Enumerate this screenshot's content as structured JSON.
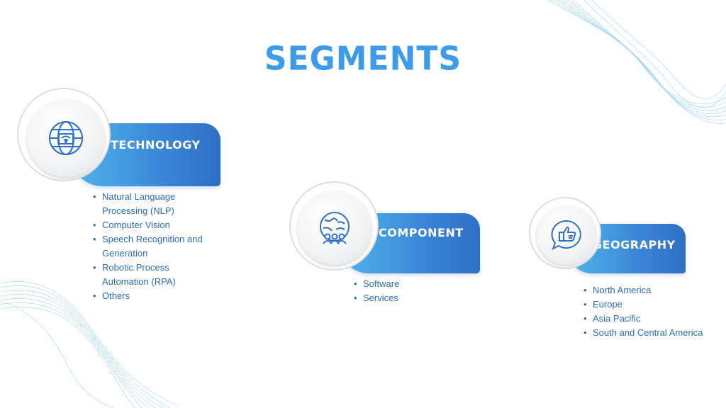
{
  "page": {
    "title": "SEGMENTS"
  },
  "colors": {
    "title": "#3d9be9",
    "pill_start": "#4eb6ec",
    "pill_end": "#2f6fc6",
    "bullet_text": "#2c6cc0",
    "wave": "#7cc8ee"
  },
  "segments": [
    {
      "label": "TECHNOLOGY",
      "icon": "globe-network-icon",
      "items": [
        "Natural Language Processing (NLP)",
        "Computer Vision",
        "Speech Recognition and Generation",
        "Robotic Process Automation (RPA)",
        "Others"
      ]
    },
    {
      "label": "COMPONENT",
      "icon": "global-users-icon",
      "items": [
        "Software",
        "Services"
      ]
    },
    {
      "label": "GEOGRAPHY",
      "icon": "hand-speech-bubble-icon",
      "items": [
        "North America",
        "Europe",
        "Asia Pacific",
        "South and Central America"
      ]
    }
  ]
}
